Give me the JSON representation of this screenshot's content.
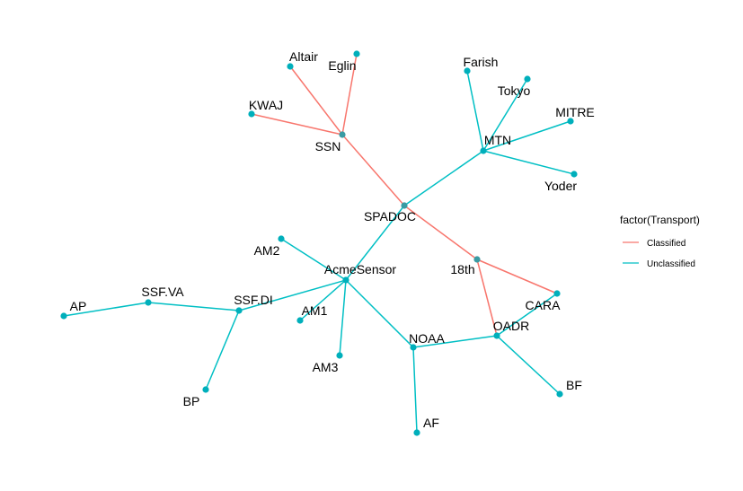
{
  "colors": {
    "classified": "#F8766D",
    "unclassified": "#00BFC4",
    "node": "#00AFBB",
    "node_hub": "#3A9BA3",
    "text": "#000000"
  },
  "legend": {
    "title": "factor(Transport)",
    "entries": [
      {
        "label": "Classified",
        "color_key": "classified"
      },
      {
        "label": "Unclassified",
        "color_key": "unclassified"
      }
    ]
  },
  "nodes": [
    {
      "id": "SPADOC",
      "label": "SPADOC"
    },
    {
      "id": "SSN",
      "label": "SSN"
    },
    {
      "id": "MTN",
      "label": "MTN"
    },
    {
      "id": "Altair",
      "label": "Altair"
    },
    {
      "id": "Eglin",
      "label": "Eglin"
    },
    {
      "id": "KWAJ",
      "label": "KWAJ"
    },
    {
      "id": "Farish",
      "label": "Farish"
    },
    {
      "id": "Tokyo",
      "label": "Tokyo"
    },
    {
      "id": "MITRE",
      "label": "MITRE"
    },
    {
      "id": "Yoder",
      "label": "Yoder"
    },
    {
      "id": "18th",
      "label": "18th"
    },
    {
      "id": "AcmeSensor",
      "label": "AcmeSensor"
    },
    {
      "id": "AM2",
      "label": "AM2"
    },
    {
      "id": "AM1",
      "label": "AM1"
    },
    {
      "id": "AM3",
      "label": "AM3"
    },
    {
      "id": "SSF.DI",
      "label": "SSF.DI"
    },
    {
      "id": "SSF.VA",
      "label": "SSF.VA"
    },
    {
      "id": "AP",
      "label": "AP"
    },
    {
      "id": "BP",
      "label": "BP"
    },
    {
      "id": "NOAA",
      "label": "NOAA"
    },
    {
      "id": "AF",
      "label": "AF"
    },
    {
      "id": "OADR",
      "label": "OADR"
    },
    {
      "id": "CARA",
      "label": "CARA"
    },
    {
      "id": "BF",
      "label": "BF"
    }
  ],
  "edges": [
    {
      "from": "SPADOC",
      "to": "SSN",
      "transport": "classified"
    },
    {
      "from": "SSN",
      "to": "Altair",
      "transport": "classified"
    },
    {
      "from": "SSN",
      "to": "Eglin",
      "transport": "classified"
    },
    {
      "from": "SSN",
      "to": "KWAJ",
      "transport": "classified"
    },
    {
      "from": "SPADOC",
      "to": "MTN",
      "transport": "unclassified"
    },
    {
      "from": "MTN",
      "to": "Farish",
      "transport": "unclassified"
    },
    {
      "from": "MTN",
      "to": "Tokyo",
      "transport": "unclassified"
    },
    {
      "from": "MTN",
      "to": "MITRE",
      "transport": "unclassified"
    },
    {
      "from": "MTN",
      "to": "Yoder",
      "transport": "unclassified"
    },
    {
      "from": "SPADOC",
      "to": "18th",
      "transport": "classified"
    },
    {
      "from": "18th",
      "to": "CARA",
      "transport": "classified"
    },
    {
      "from": "18th",
      "to": "OADR",
      "transport": "classified"
    },
    {
      "from": "SPADOC",
      "to": "AcmeSensor",
      "transport": "unclassified"
    },
    {
      "from": "AcmeSensor",
      "to": "AM2",
      "transport": "unclassified"
    },
    {
      "from": "AcmeSensor",
      "to": "AM1",
      "transport": "unclassified"
    },
    {
      "from": "AcmeSensor",
      "to": "AM3",
      "transport": "unclassified"
    },
    {
      "from": "AcmeSensor",
      "to": "SSF.DI",
      "transport": "unclassified"
    },
    {
      "from": "SSF.DI",
      "to": "SSF.VA",
      "transport": "unclassified"
    },
    {
      "from": "SSF.VA",
      "to": "AP",
      "transport": "unclassified"
    },
    {
      "from": "SSF.DI",
      "to": "BP",
      "transport": "unclassified"
    },
    {
      "from": "AcmeSensor",
      "to": "NOAA",
      "transport": "unclassified"
    },
    {
      "from": "NOAA",
      "to": "AF",
      "transport": "unclassified"
    },
    {
      "from": "NOAA",
      "to": "OADR",
      "transport": "unclassified"
    },
    {
      "from": "OADR",
      "to": "CARA",
      "transport": "unclassified"
    },
    {
      "from": "OADR",
      "to": "BF",
      "transport": "unclassified"
    }
  ]
}
